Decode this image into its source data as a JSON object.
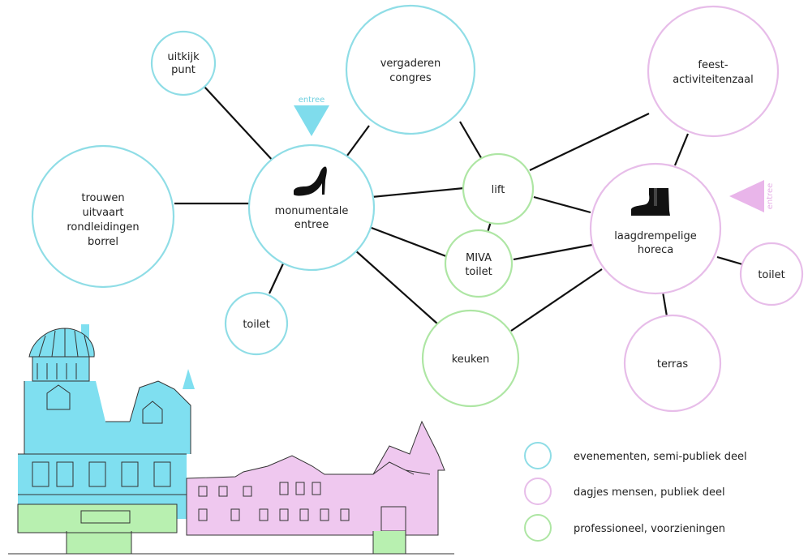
{
  "colors": {
    "blue": "#8fdde6",
    "pink": "#e7bde9",
    "green": "#aee6a4",
    "blue_fill": "#7fdff0",
    "pink_fill": "#efc8ef",
    "green_fill": "#b8f0b0"
  },
  "nodes": {
    "uitkijk": {
      "lines": [
        "uitkijk",
        "punt"
      ]
    },
    "vergaderen": {
      "lines": [
        "vergaderen",
        "congres"
      ]
    },
    "feest": {
      "lines": [
        "feest-",
        "activiteitenzaal"
      ]
    },
    "trouwen": {
      "lines": [
        "trouwen",
        "uitvaart",
        "rondleidingen",
        "borrel"
      ]
    },
    "monumentale": {
      "lines": [
        "monumentale",
        "entree"
      ]
    },
    "lift": {
      "lines": [
        "lift"
      ]
    },
    "laagdrempelige": {
      "lines": [
        "laagdrempelige",
        "horeca"
      ]
    },
    "miva": {
      "lines": [
        "MIVA",
        "toilet"
      ]
    },
    "toilet_left": {
      "lines": [
        "toilet"
      ]
    },
    "toilet_right": {
      "lines": [
        "toilet"
      ]
    },
    "keuken": {
      "lines": [
        "keuken"
      ]
    },
    "terras": {
      "lines": [
        "terras"
      ]
    }
  },
  "entrances": {
    "left": {
      "label": "entree"
    },
    "right": {
      "label": "entree"
    }
  },
  "icons": {
    "heel": "high-heel-icon",
    "boot": "boot-icon"
  },
  "legend": [
    {
      "label": "evenementen, semi-publiek deel",
      "color": "blue"
    },
    {
      "label": "dagjes mensen, publiek deel",
      "color": "pink"
    },
    {
      "label": "professioneel, voorzieningen",
      "color": "green"
    }
  ]
}
